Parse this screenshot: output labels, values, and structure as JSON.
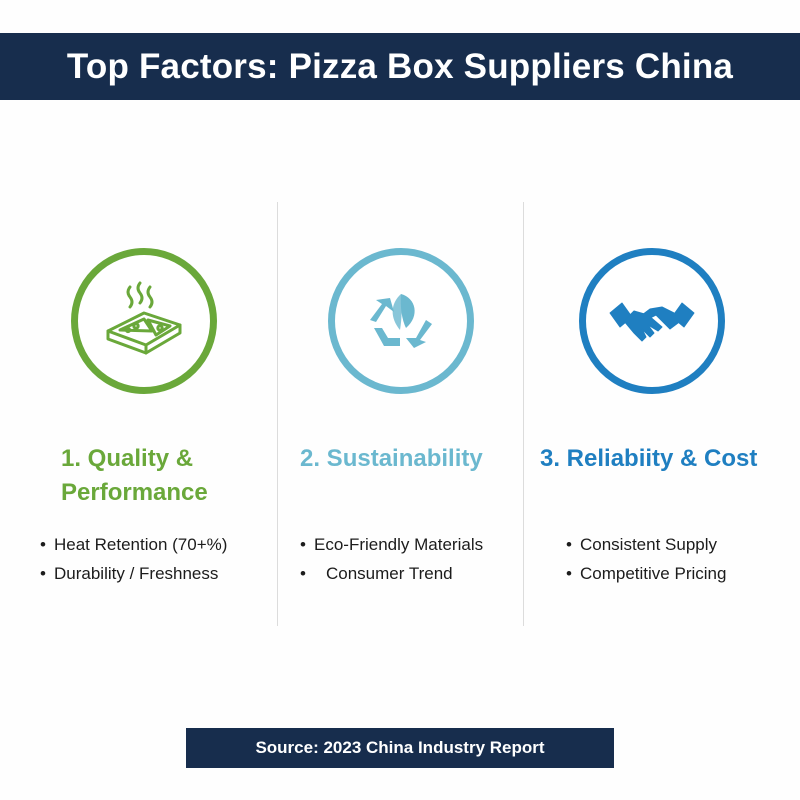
{
  "header": {
    "title": "Top Factors: Pizza Box Suppliers China"
  },
  "colors": {
    "header_bg": "#172d4d",
    "quality_green": "#6aa83a",
    "sustainability_teal": "#6bb8cf",
    "reliability_blue": "#1f7fc1",
    "divider": "#dcdcdc"
  },
  "factors": [
    {
      "icon": "pizza-box-icon",
      "heading_line1": "1. Quality &",
      "heading_line2": "Performance",
      "bullets": [
        "Heat Retention (70+%)",
        "Durability / Freshness"
      ]
    },
    {
      "icon": "recycle-leaf-icon",
      "heading_line1": "2. Sustainability",
      "bullets": [
        "Eco-Friendly Materials",
        "Consumer Trend"
      ]
    },
    {
      "icon": "handshake-icon",
      "heading_line1": "3. Reliabiity & Cost",
      "bullets": [
        "Consistent Supply",
        "Competitive Pricing"
      ]
    }
  ],
  "footer": {
    "source": "Source: 2023 China Industry Report"
  }
}
